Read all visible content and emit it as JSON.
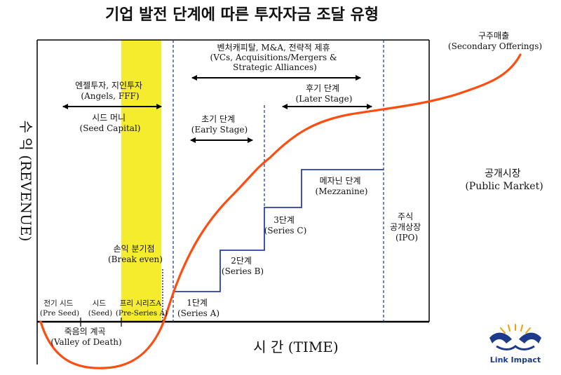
{
  "title": "기업 발전 단계에 따른 투자자금 조달 유형",
  "axes": {
    "y": "수 익 (REVENUE)",
    "x": "시 간 (TIME)"
  },
  "labels": {
    "secondary": [
      "구주매출",
      "(Secondary Offerings)"
    ],
    "vc": [
      "벤처캐피탈, M&A, 전략적 제휴",
      "(VCs, Acquisitions/Mergers &",
      "Strategic Alliances)"
    ],
    "angels": [
      "엔젤투자, 지인투자",
      "(Angels, FFF)"
    ],
    "later": [
      "후기 단계",
      "(Later Stage)"
    ],
    "seed_capital": [
      "시드 머니",
      "(Seed Capital)"
    ],
    "early": [
      "초기 단계",
      "(Early Stage)"
    ],
    "public_market": [
      "공개시장",
      "(Public Market)"
    ],
    "mezzanine": [
      "메자닌 단계",
      "(Mezzanine)"
    ],
    "series_c": [
      "3단계",
      "(Series C)"
    ],
    "ipo": [
      "주식",
      "공개상장",
      "(IPO)"
    ],
    "break_even": [
      "손익 분기점",
      "(Break even)"
    ],
    "series_b": [
      "2단계",
      "(Series B)"
    ],
    "series_a": [
      "1단계",
      "(Series A)"
    ],
    "pre_seed": [
      "전기 시드",
      "(Pre Seed)"
    ],
    "seed": [
      "시드",
      "(Seed)"
    ],
    "pre_series_a": [
      "프리 시리즈A",
      "(Pre-Series A)"
    ],
    "valley": [
      "죽음의 계곡",
      "(Valley of Death)"
    ]
  },
  "brand": "Link Impact",
  "colors": {
    "curve": "#ff4d0f",
    "highlight": "#f4ec2c",
    "dashed": "#2a3fa6",
    "steps": "#2a3fa6",
    "logo_blue": "#1e3a8a",
    "logo_orange": "#f5a000"
  }
}
